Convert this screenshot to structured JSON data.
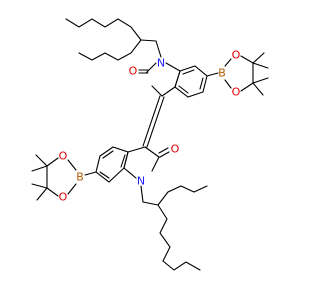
{
  "colors": {
    "carbon_bond": "#000000",
    "oxygen": "#e00000",
    "nitrogen": "#2020ff",
    "boron": "#b35a00"
  },
  "atoms": [
    {
      "id": "o-carbonyl-top",
      "label": "O",
      "element": "oxygen"
    },
    {
      "id": "n-top",
      "label": "N",
      "element": "nitrogen"
    },
    {
      "id": "b-top",
      "label": "B",
      "element": "boron"
    },
    {
      "id": "o-boronate-top-1",
      "label": "O",
      "element": "oxygen"
    },
    {
      "id": "o-boronate-top-2",
      "label": "O",
      "element": "oxygen"
    },
    {
      "id": "b-bottom",
      "label": "B",
      "element": "boron"
    },
    {
      "id": "o-boronate-bottom-1",
      "label": "O",
      "element": "oxygen"
    },
    {
      "id": "o-boronate-bottom-2",
      "label": "O",
      "element": "oxygen"
    },
    {
      "id": "n-bottom",
      "label": "N",
      "element": "nitrogen"
    },
    {
      "id": "o-carbonyl-bottom",
      "label": "O",
      "element": "oxygen"
    }
  ]
}
